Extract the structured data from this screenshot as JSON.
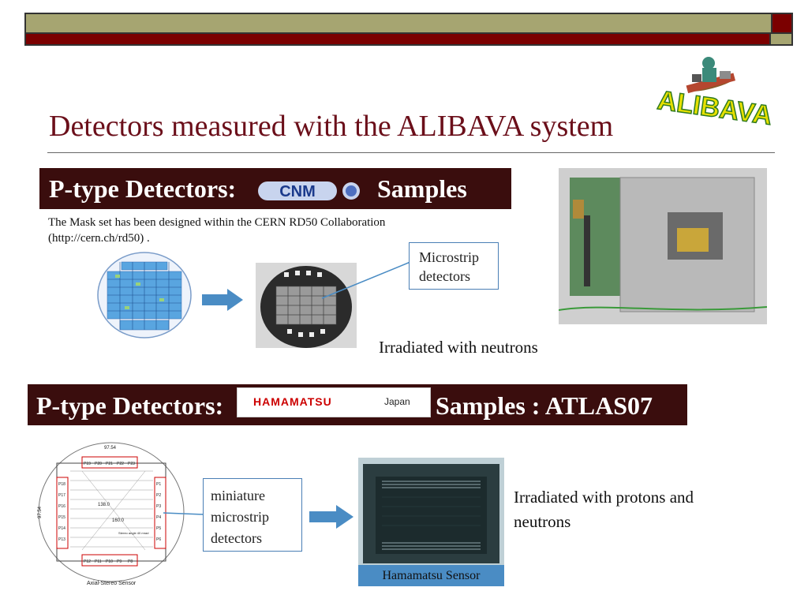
{
  "title": "Detectors measured with the ALIBAVA system",
  "logo": {
    "text": "ALIBAVA",
    "icon": "flying-carpet-icon"
  },
  "section1": {
    "header_left": "P-type Detectors:",
    "header_right": "Samples",
    "logo_text": "CNM",
    "mask_text_line1": "The Mask set  has been designed within the CERN RD50 Collaboration",
    "mask_text_line2": "(http://cern.ch/rd50) .",
    "callout": [
      "Microstrip",
      "detectors"
    ],
    "irradiated": "Irradiated with neutrons"
  },
  "section2": {
    "header_left": "P-type Detectors:",
    "header_right": "Samples : ATLAS07",
    "logo_brand": "HAMAMATSU",
    "logo_country": "Japan",
    "callout": [
      "miniature",
      "microstrip",
      "detectors"
    ],
    "irradiated": [
      "Irradiated with  protons and",
      "neutrons"
    ],
    "sensor_label": "Hamamatsu Sensor",
    "diagram": {
      "caption": "Axial-Stereo Sensor",
      "dim_top": "97.54",
      "dim_left": "97.54",
      "dim_inner1": "138.0",
      "dim_inner2": "160.0",
      "note": "Stereo angle 40 mrad",
      "top_pads": [
        "P19",
        "P20",
        "P21",
        "P22",
        "P23"
      ],
      "bottom_pads": [
        "P12",
        "P11",
        "P10",
        "P9",
        "P8"
      ],
      "left_pads": [
        "P18",
        "P17",
        "P16",
        "P15",
        "P14",
        "P13"
      ],
      "right_pads": [
        "P1",
        "P2",
        "P3",
        "P4",
        "P5",
        "P6"
      ]
    }
  },
  "colors": {
    "title": "#6b0f1a",
    "header_bg": "#3a0d0d",
    "olive": "#a6a571",
    "maroon": "#7b0000",
    "arrow": "#4a8cc4"
  }
}
